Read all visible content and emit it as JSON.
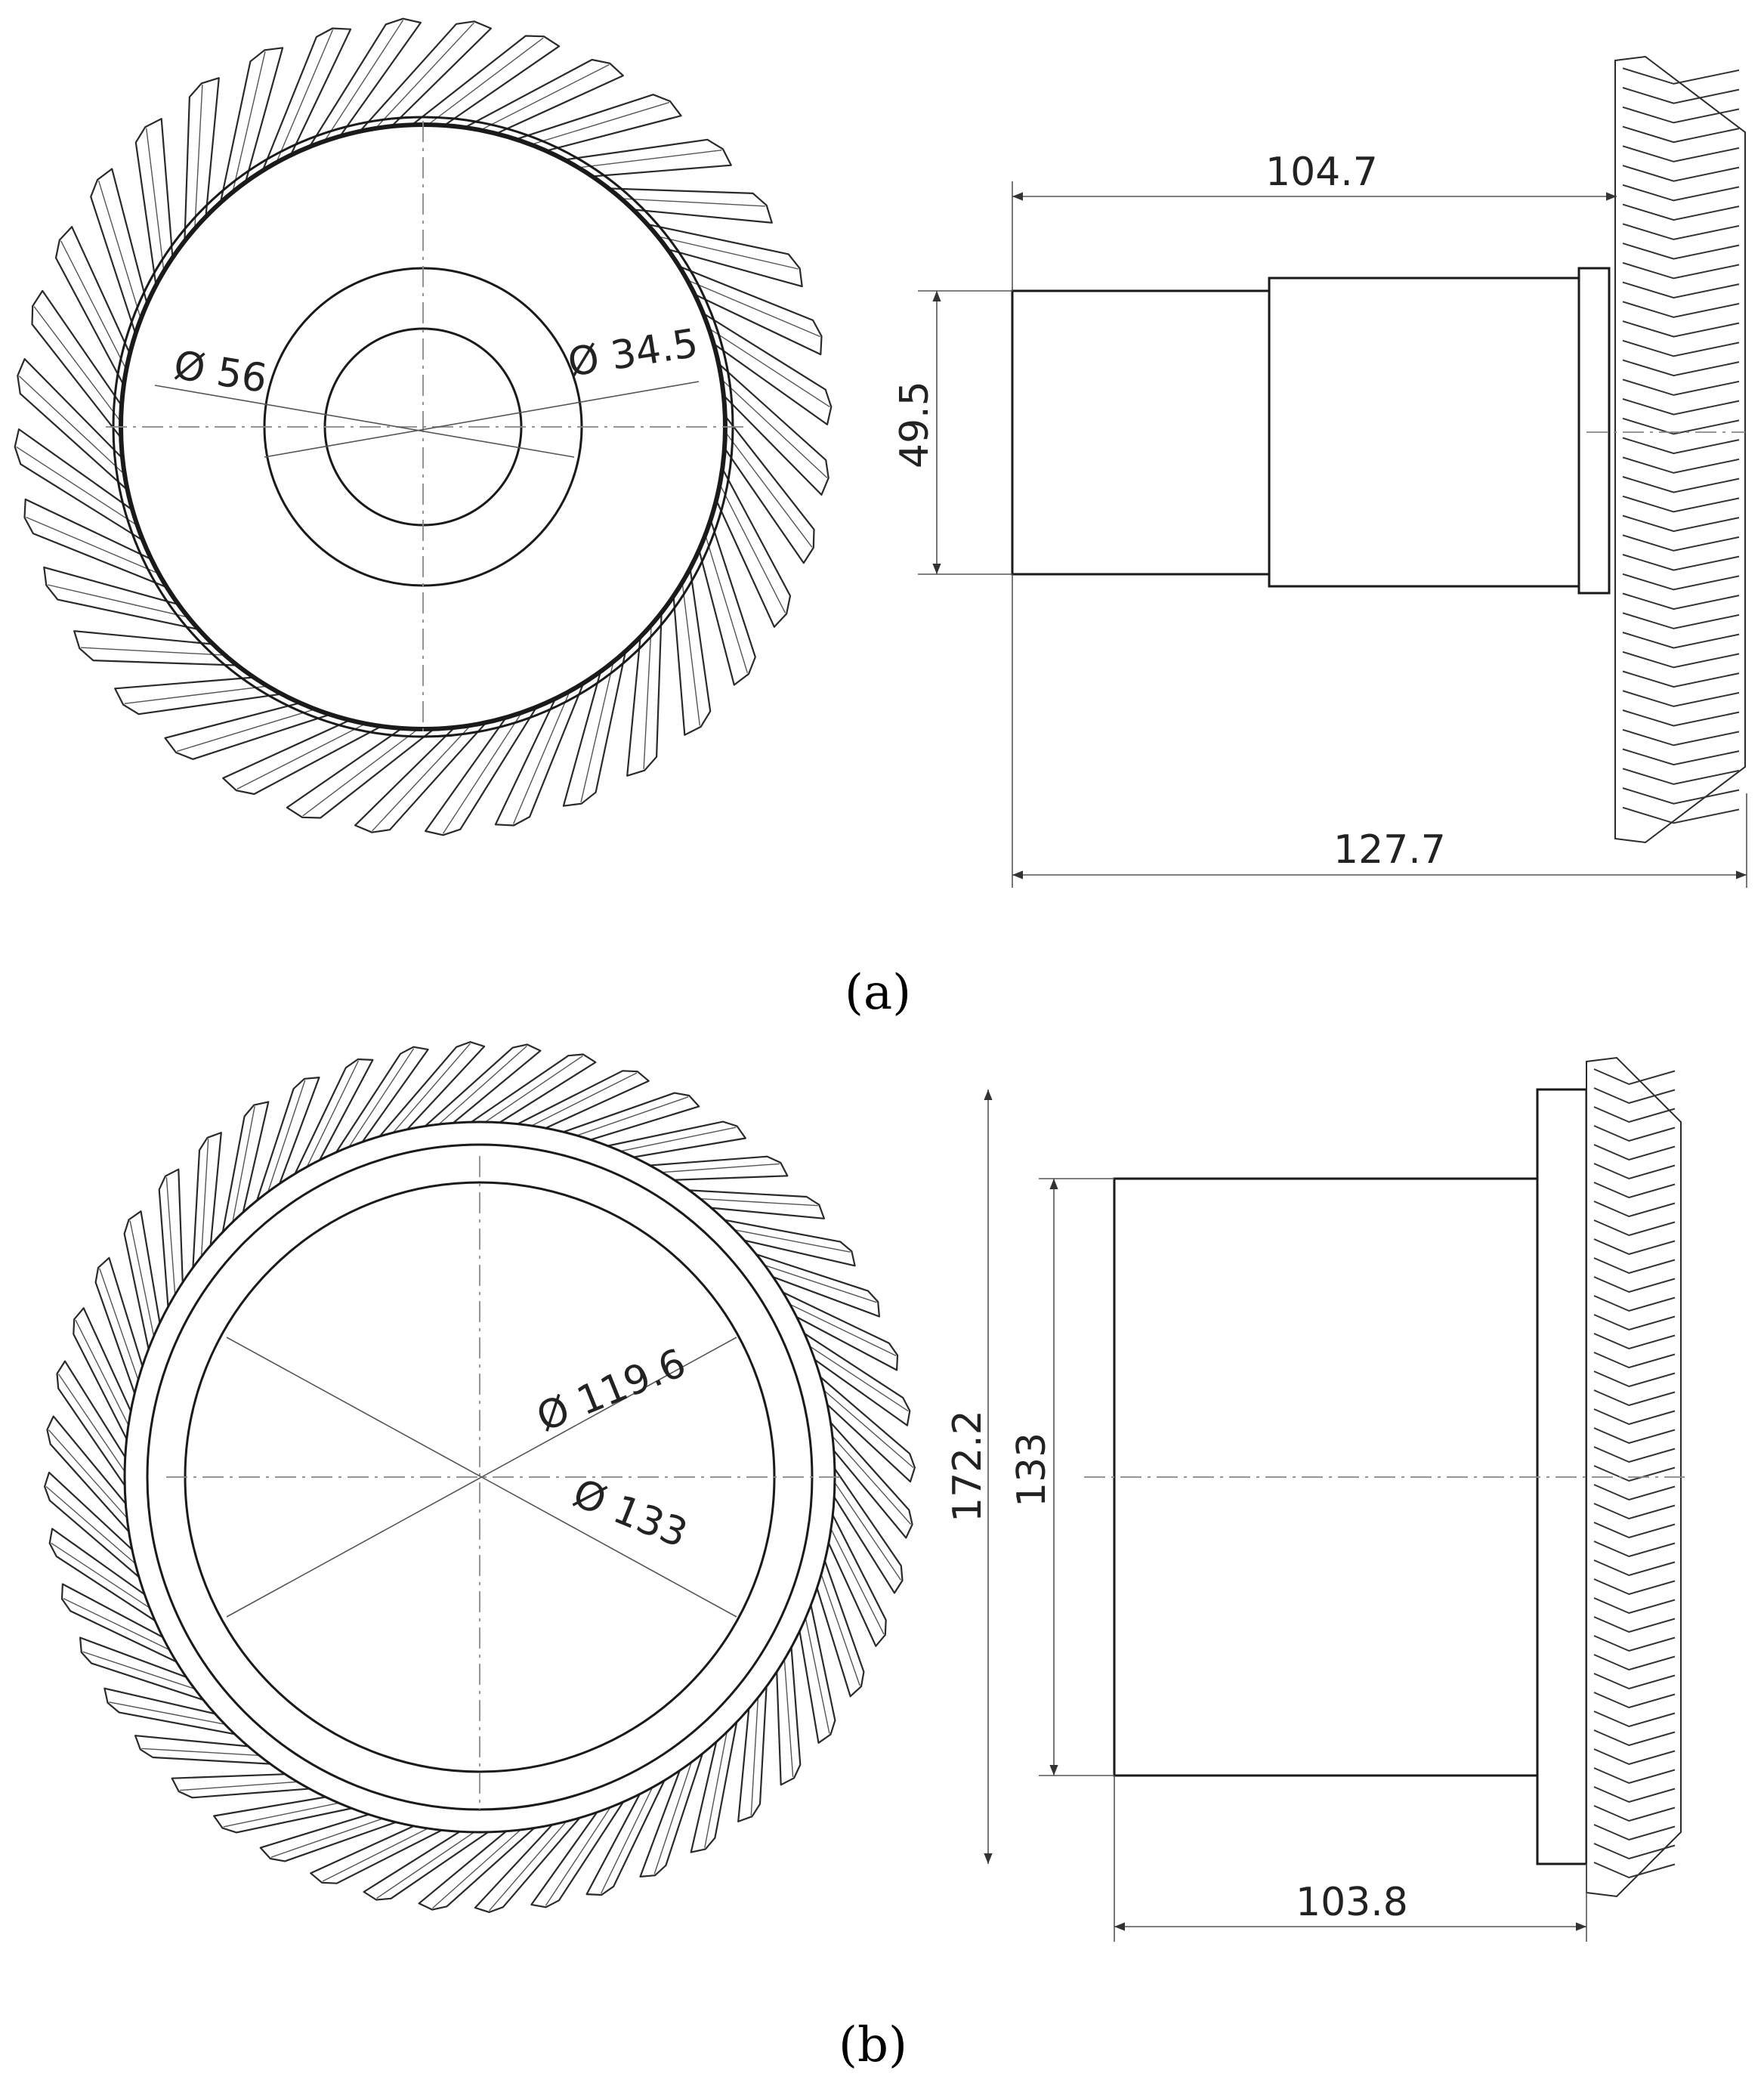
{
  "figure": {
    "panel_a": {
      "caption_letter": "a",
      "dimensions": {
        "bore_diameter": "Ø 56",
        "inner_diameter": "Ø 34.5",
        "shaft_length": "104.7",
        "shaft_diameter": "49.5",
        "overall_length": "127.7"
      },
      "tooth_count": 36
    },
    "panel_b": {
      "caption_letter": "b",
      "dimensions": {
        "inner_diameter": "Ø 119.6",
        "bore_diameter": "Ø 133",
        "outer_height": "172.2",
        "inner_height": "133",
        "hub_length": "103.8"
      },
      "tooth_count": 48
    },
    "colors": {
      "line": "#1a1a1a",
      "dimension_line": "#555555",
      "center_line": "#888888",
      "background": "#ffffff"
    }
  }
}
